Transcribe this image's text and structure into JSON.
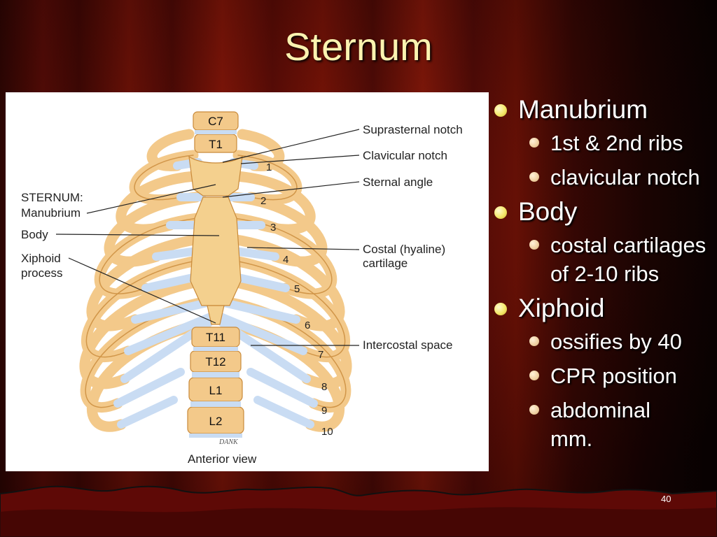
{
  "title": "Sternum",
  "page_number": "40",
  "figure": {
    "vertebrae": [
      "C7",
      "T1",
      "T11",
      "T12",
      "L1",
      "L2"
    ],
    "rib_numbers": [
      "1",
      "2",
      "3",
      "4",
      "5",
      "6",
      "7",
      "8",
      "9",
      "10"
    ],
    "labels": {
      "suprasternal_notch": "Suprasternal notch",
      "clavicular_notch": "Clavicular notch",
      "sternal_angle": "Sternal angle",
      "sternum_heading": "STERNUM:",
      "manubrium": "Manubrium",
      "body": "Body",
      "xiphoid_line1": "Xiphoid",
      "xiphoid_line2": "process",
      "costal_line1": "Costal (hyaline)",
      "costal_line2": "cartilage",
      "intercostal_space": "Intercostal space",
      "anterior_view": "Anterior view",
      "signature": "DANK"
    },
    "colors": {
      "bone": "#f3c98a",
      "cartilage": "#c9dcf3",
      "bone_outline": "#c98a3a"
    }
  },
  "bullets": [
    {
      "text": "Manubrium",
      "children": [
        "1st & 2nd ribs",
        "clavicular notch"
      ]
    },
    {
      "text": "Body",
      "children": [
        "costal cartilages of 2-10 ribs"
      ]
    },
    {
      "text": "Xiphoid",
      "children": [
        "ossifies by 40",
        "CPR position",
        "abdominal mm."
      ]
    }
  ],
  "colors": {
    "title": "#fbf3b0",
    "bullet_l1": "#f4e86a",
    "bullet_l2": "#efcfa0",
    "text": "#ffffff"
  }
}
